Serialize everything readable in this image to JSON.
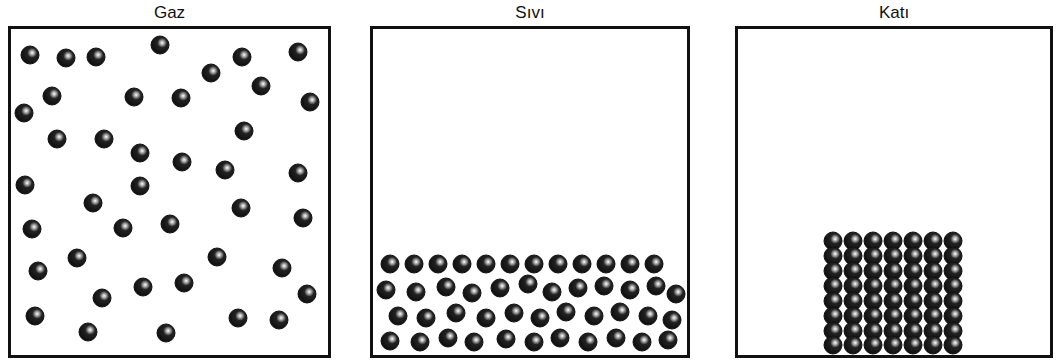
{
  "diagram": {
    "nodes": [
      {
        "text": [
          "Gaz"
        ]
      },
      {
        "text": [
          "Sıvı"
        ]
      },
      {
        "text": [
          "Katı"
        ]
      }
    ]
  }
}
